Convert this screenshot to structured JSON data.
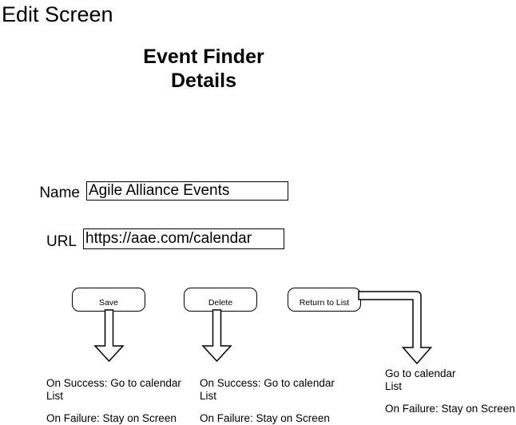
{
  "header": {
    "screen_title": "Edit Screen"
  },
  "diagram": {
    "title_line1": "Event Finder",
    "title_line2": "Details"
  },
  "form": {
    "fields": [
      {
        "label": "Name",
        "value": "Agile Alliance Events"
      },
      {
        "label": "URL",
        "value": "https://aae.com/calendar"
      }
    ]
  },
  "buttons": [
    {
      "label": "Save"
    },
    {
      "label": "Delete"
    },
    {
      "label": "Return to List"
    }
  ],
  "outcomes": {
    "save": {
      "success_line1": "On Success: Go to calendar",
      "success_line2": "List",
      "failure": "On Failure: Stay on Screen"
    },
    "delete": {
      "success_line1": "On Success: Go to calendar",
      "success_line2": "List",
      "failure": "On Failure: Stay on Screen"
    },
    "return_to_list": {
      "success_line1": "Go to calendar",
      "success_line2": "List",
      "failure": "On Failure: Stay on Screen"
    }
  },
  "colors": {
    "stroke": "#000000",
    "fill": "#ffffff",
    "text": "#000000"
  }
}
